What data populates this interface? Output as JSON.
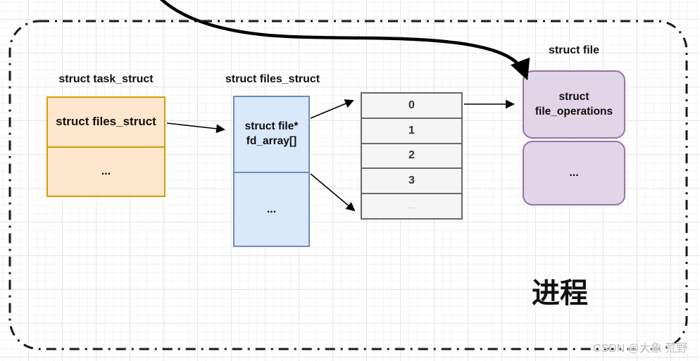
{
  "canvas": {
    "process_label": "进程",
    "watermark": "CSDN @大象 荒野"
  },
  "task_struct": {
    "title": "struct task_struct",
    "cell_member": "struct files_struct",
    "cell_more": "...",
    "fill": "#ffe6cc",
    "border_color": "#d79b00"
  },
  "files_struct": {
    "title": "struct files_struct",
    "cell_member": "struct file*\nfd_array[]",
    "cell_more": "...",
    "fill": "#dae8fc",
    "border_color": "#6c8ebf"
  },
  "fd_table": {
    "rows": [
      "0",
      "1",
      "2",
      "3",
      "..."
    ],
    "fill": "#f5f5f5",
    "border_color": "#666666"
  },
  "file_struct": {
    "title": "struct file",
    "cell_member": "struct\nfile_operations",
    "cell_more": "...",
    "fill": "#e1d5e7",
    "border_color": "#9673a6"
  },
  "connections": [
    {
      "from": "task_struct.files_struct_member",
      "to": "files_struct.fd_array"
    },
    {
      "from": "files_struct.fd_array",
      "to": "fd_table.row_0"
    },
    {
      "from": "files_struct.fd_array",
      "to": "fd_table.row_ellipsis"
    },
    {
      "from": "fd_table.row_0",
      "to": "file_struct.file_operations"
    },
    {
      "from": "offscreen_top_left",
      "to": "file_struct.file_operations"
    }
  ]
}
